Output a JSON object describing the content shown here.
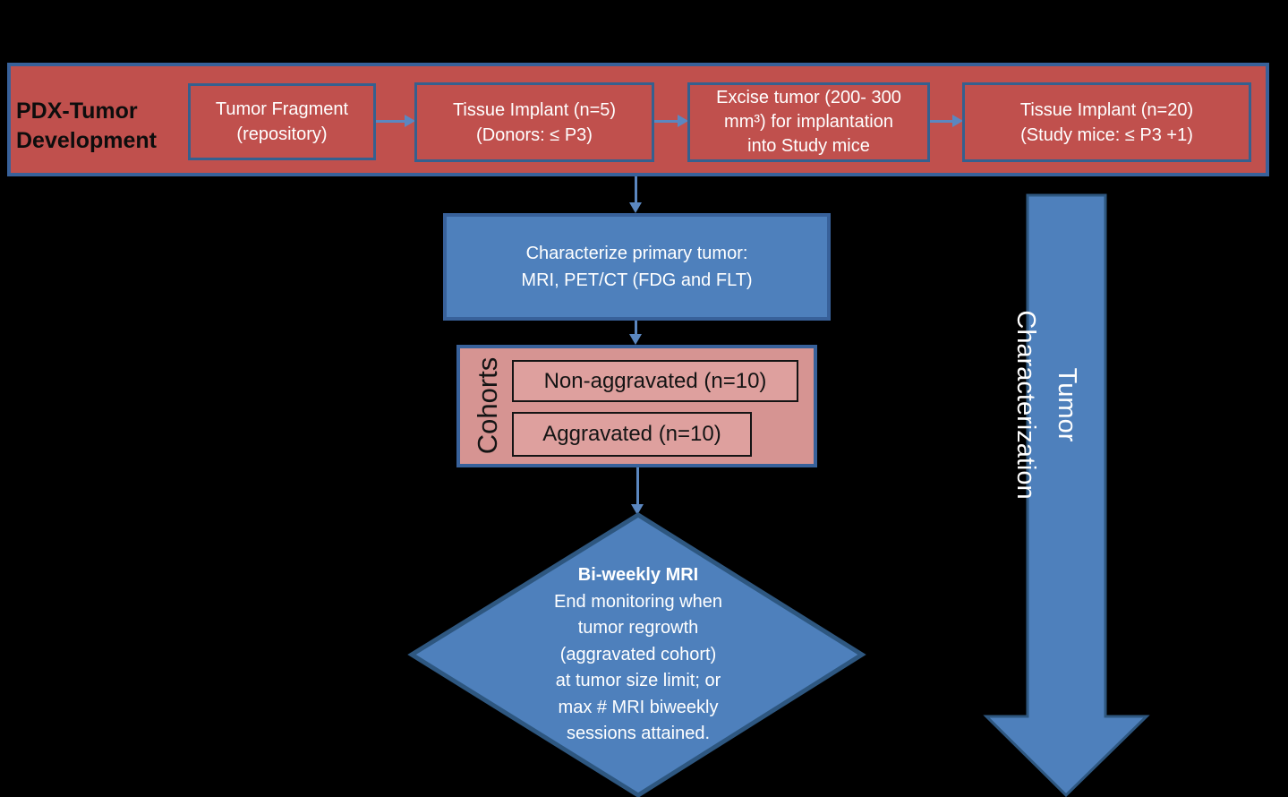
{
  "banner": {
    "label": {
      "line1": "PDX-Tumor",
      "line2": "Development"
    },
    "boxes": [
      {
        "lines": [
          "Tumor Fragment",
          "(repository)"
        ]
      },
      {
        "lines": [
          "Tissue Implant (n=5)",
          "(Donors: ≤ P3)"
        ]
      },
      {
        "lines": [
          "Excise tumor (200- 300",
          "mm³) for implantation",
          "into Study mice"
        ]
      },
      {
        "lines": [
          "Tissue Implant (n=20)",
          "(Study mice: ≤ P3 +1)"
        ]
      }
    ]
  },
  "characterize_box": {
    "lines": [
      "Characterize primary tumor:",
      "MRI, PET/CT (FDG and FLT)"
    ]
  },
  "cohorts": {
    "label": "Cohorts",
    "items": [
      {
        "label": "Non-aggravated (n=10)"
      },
      {
        "label": "Aggravated (n=10)"
      }
    ]
  },
  "decision_diamond": {
    "title": "Bi-weekly MRI",
    "lines": [
      "End monitoring when",
      "tumor regrowth",
      "(aggravated cohort)",
      "at tumor size limit; or",
      "max # MRI biweekly",
      "sessions attained."
    ]
  },
  "side_arrow": {
    "label": "Tumor Characterization"
  },
  "colors": {
    "background": "#000000",
    "red_fill": "#C0504D",
    "pink_fill": "#D69492",
    "pink_inner_fill": "#DEA09E",
    "blue_fill": "#4E80BC",
    "box_border_blue": "#38619A",
    "diamond_border": "#2E5780",
    "connector_blue": "#5B87C0",
    "text_light": "#FFFFFF",
    "text_dark": "#141414"
  }
}
